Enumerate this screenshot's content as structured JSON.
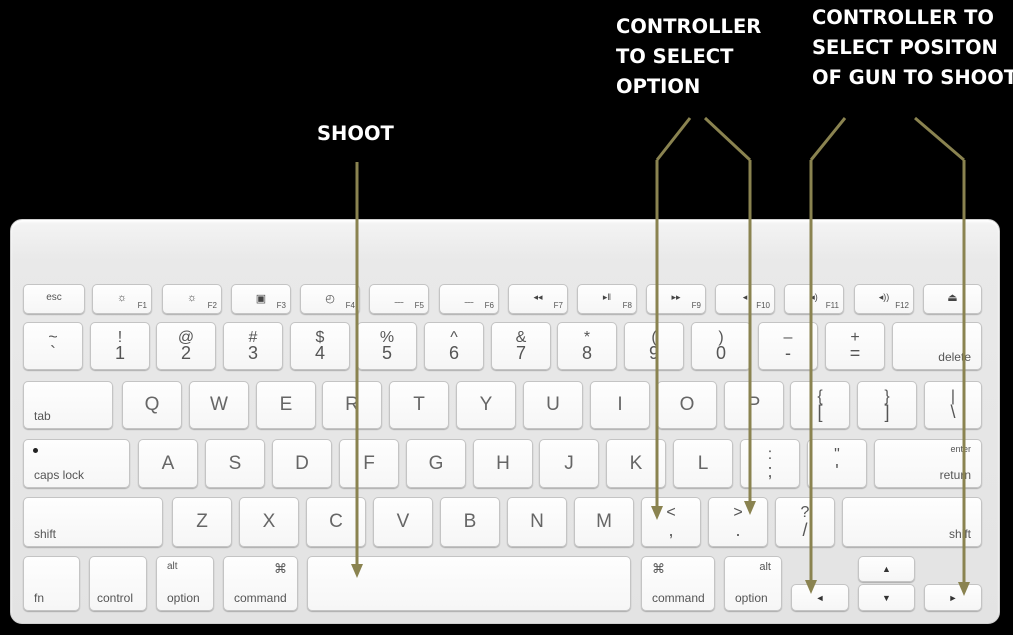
{
  "annotations": {
    "shoot": "SHOOT",
    "select_option": [
      "CONTROLLER",
      "TO SELECT",
      "OPTION"
    ],
    "gun_position": [
      "CONTROLLER TO",
      "SELECT POSITON",
      "OF GUN TO SHOOT"
    ]
  },
  "colors": {
    "background": "#000000",
    "arrow": "#8a8350",
    "key_face": "#fefefe",
    "label": "#555555"
  },
  "keyboard": {
    "function_row": [
      {
        "label": "esc"
      },
      {
        "icon": "☼",
        "fn": "F1"
      },
      {
        "icon": "☼",
        "fn": "F2"
      },
      {
        "icon": "▣",
        "fn": "F3"
      },
      {
        "icon": "◴",
        "fn": "F4"
      },
      {
        "icon": "﹏",
        "fn": "F5"
      },
      {
        "icon": "﹏",
        "fn": "F6"
      },
      {
        "icon": "◂◂",
        "fn": "F7"
      },
      {
        "icon": "▸ǁ",
        "fn": "F8"
      },
      {
        "icon": "▸▸",
        "fn": "F9"
      },
      {
        "icon": "◂",
        "fn": "F10"
      },
      {
        "icon": "◂)",
        "fn": "F11"
      },
      {
        "icon": "◂))",
        "fn": "F12"
      },
      {
        "icon": "⏏"
      }
    ],
    "number_row": [
      {
        "top": "~",
        "bottom": "`"
      },
      {
        "top": "!",
        "bottom": "1"
      },
      {
        "top": "@",
        "bottom": "2"
      },
      {
        "top": "#",
        "bottom": "3"
      },
      {
        "top": "$",
        "bottom": "4"
      },
      {
        "top": "%",
        "bottom": "5"
      },
      {
        "top": "^",
        "bottom": "6"
      },
      {
        "top": "&",
        "bottom": "7"
      },
      {
        "top": "*",
        "bottom": "8"
      },
      {
        "top": "(",
        "bottom": "9"
      },
      {
        "top": ")",
        "bottom": "0"
      },
      {
        "top": "–",
        "bottom": "-"
      },
      {
        "top": "+",
        "bottom": "="
      },
      {
        "label": "delete"
      }
    ],
    "qwerty_row": [
      {
        "label": "tab"
      },
      {
        "main": "Q"
      },
      {
        "main": "W"
      },
      {
        "main": "E"
      },
      {
        "main": "R"
      },
      {
        "main": "T"
      },
      {
        "main": "Y"
      },
      {
        "main": "U"
      },
      {
        "main": "I"
      },
      {
        "main": "O"
      },
      {
        "main": "P"
      },
      {
        "top": "{",
        "bottom": "["
      },
      {
        "top": "}",
        "bottom": "]"
      },
      {
        "top": "|",
        "bottom": "\\"
      }
    ],
    "home_row": [
      {
        "label": "caps lock"
      },
      {
        "main": "A"
      },
      {
        "main": "S"
      },
      {
        "main": "D"
      },
      {
        "main": "F"
      },
      {
        "main": "G"
      },
      {
        "main": "H"
      },
      {
        "main": "J"
      },
      {
        "main": "K"
      },
      {
        "main": "L"
      },
      {
        "top": ":",
        "bottom": ";"
      },
      {
        "top": "\"",
        "bottom": "'"
      },
      {
        "label": "return",
        "small": "enter"
      }
    ],
    "shift_row": [
      {
        "label": "shift"
      },
      {
        "main": "Z"
      },
      {
        "main": "X"
      },
      {
        "main": "C"
      },
      {
        "main": "V"
      },
      {
        "main": "B"
      },
      {
        "main": "N"
      },
      {
        "main": "M"
      },
      {
        "top": "<",
        "bottom": ","
      },
      {
        "top": ">",
        "bottom": "."
      },
      {
        "top": "?",
        "bottom": "/"
      },
      {
        "label": "shift"
      }
    ],
    "bottom_row": {
      "fn": "fn",
      "control": "control",
      "option_left": {
        "small": "alt",
        "label": "option"
      },
      "command_left": {
        "small": "⌘",
        "label": "command"
      },
      "command_right": {
        "small": "⌘",
        "label": "command"
      },
      "option_right": {
        "small": "alt",
        "label": "option"
      },
      "arrow_up": "▲",
      "arrow_left": "◄",
      "arrow_down": "▼",
      "arrow_right": "►"
    }
  }
}
